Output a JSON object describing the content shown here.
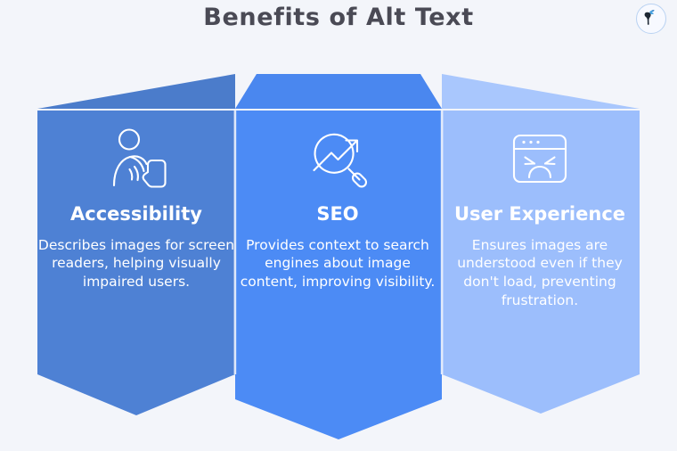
{
  "header": {
    "title": "Benefits of Alt Text",
    "logo_icon": "bird-paintbrush-logo-icon"
  },
  "theme": {
    "background": "#f3f5fa",
    "title_color": "#4a4a55",
    "banner_left": "#4e81d4",
    "banner_left_roof": "#4b7ccb",
    "banner_center": "#4c8bf5",
    "banner_center_roof": "#4a87ef",
    "banner_right": "#9cbefc",
    "banner_right_roof": "#a9c7fd",
    "text_color": "#ffffff",
    "divider": "#edf1fb"
  },
  "columns": [
    {
      "id": "accessibility",
      "icon": "person-with-hand-device-accessibility-icon",
      "title": "Accessibility",
      "description": "Describes images for screen readers, helping visually impaired users."
    },
    {
      "id": "seo",
      "icon": "magnifier-trend-arrow-icon",
      "title": "SEO",
      "description": "Provides context to search engines about image content, improving visibility."
    },
    {
      "id": "user-experience",
      "icon": "browser-window-sad-face-icon",
      "title": "User Experience",
      "description": "Ensures images are understood even if they don't load, preventing frustration."
    }
  ]
}
